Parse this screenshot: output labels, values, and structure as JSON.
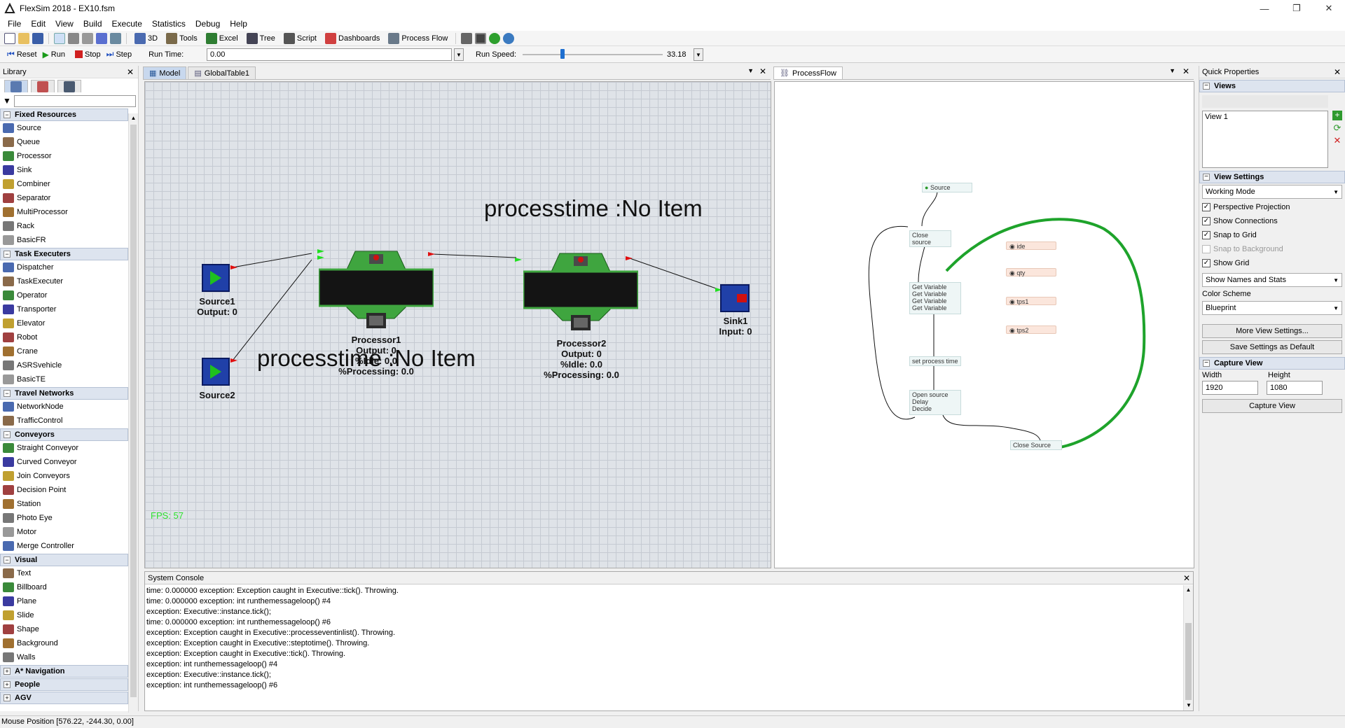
{
  "window": {
    "title": "FlexSim 2018 - EX10.fsm",
    "minimize": "—",
    "restore": "❐",
    "close": "✕"
  },
  "menu": [
    "File",
    "Edit",
    "View",
    "Build",
    "Execute",
    "Statistics",
    "Debug",
    "Help"
  ],
  "toolbar": {
    "view3d": "3D",
    "tools": "Tools",
    "excel": "Excel",
    "tree": "Tree",
    "script": "Script",
    "dashboards": "Dashboards",
    "process_flow": "Process Flow"
  },
  "run": {
    "reset": "Reset",
    "run": "Run",
    "stop": "Stop",
    "step": "Step",
    "run_time_label": "Run Time:",
    "run_time_value": "0.00",
    "run_speed_label": "Run Speed:",
    "run_speed_value": "33.18",
    "run_speed_fraction": 0.27
  },
  "library": {
    "title": "Library",
    "categories": [
      {
        "name": "Fixed Resources",
        "items": [
          "Source",
          "Queue",
          "Processor",
          "Sink",
          "Combiner",
          "Separator",
          "MultiProcessor",
          "Rack",
          "BasicFR"
        ]
      },
      {
        "name": "Task Executers",
        "items": [
          "Dispatcher",
          "TaskExecuter",
          "Operator",
          "Transporter",
          "Elevator",
          "Robot",
          "Crane",
          "ASRSvehicle",
          "BasicTE"
        ]
      },
      {
        "name": "Travel Networks",
        "items": [
          "NetworkNode",
          "TrafficControl"
        ]
      },
      {
        "name": "Conveyors",
        "items": [
          "Straight Conveyor",
          "Curved Conveyor",
          "Join Conveyors",
          "Decision Point",
          "Station",
          "Photo Eye",
          "Motor",
          "Merge Controller"
        ]
      },
      {
        "name": "Visual",
        "items": [
          "Text",
          "Billboard",
          "Plane",
          "Slide",
          "Shape",
          "Background",
          "Walls"
        ]
      }
    ],
    "collapsed": [
      "A* Navigation",
      "People",
      "AGV"
    ]
  },
  "model": {
    "tabs": [
      "Model",
      "GlobalTable1"
    ],
    "text_top": "processtime :No Item",
    "text_mid": "processtime :No Item",
    "fps": "FPS: 57",
    "source1": {
      "name": "Source1",
      "stat": "Output: 0"
    },
    "source2": {
      "name": "Source2"
    },
    "processor1": {
      "name": "Processor1",
      "l1": "Output: 0",
      "l2": "%Idle: 0.0",
      "l3": "%Processing: 0.0"
    },
    "processor2": {
      "name": "Processor2",
      "l1": "Output: 0",
      "l2": "%Idle:  0.0",
      "l3": "%Processing: 0.0"
    },
    "sink1": {
      "name": "Sink1",
      "stat": "Input: 0"
    }
  },
  "processflow": {
    "tab": "ProcessFlow",
    "source": "Source",
    "close_source": "Close source",
    "get_var": [
      "Get Variable",
      "Get Variable",
      "Get Variable",
      "Get Variable"
    ],
    "set_process_time": "set process time",
    "open_block": [
      "Open source",
      "Delay",
      "Decide"
    ],
    "close_source2": "Close Source",
    "vars": [
      "ide",
      "qty",
      "tps1",
      "tps2"
    ]
  },
  "quick": {
    "title": "Quick Properties",
    "views_hdr": "Views",
    "view_item": "View 1",
    "view_settings_hdr": "View Settings",
    "working_mode": "Working Mode",
    "checks": [
      {
        "label": "Perspective Projection",
        "on": true
      },
      {
        "label": "Show Connections",
        "on": true
      },
      {
        "label": "Snap to Grid",
        "on": true
      },
      {
        "label": "Snap to Background",
        "on": false
      },
      {
        "label": "Show Grid",
        "on": true
      }
    ],
    "names_stats": "Show Names and Stats",
    "color_scheme_label": "Color Scheme",
    "color_scheme": "Blueprint",
    "more_settings": "More View Settings...",
    "save_default": "Save Settings as Default",
    "capture_hdr": "Capture View",
    "width_label": "Width",
    "height_label": "Height",
    "width": "1920",
    "height": "1080",
    "capture_btn": "Capture View"
  },
  "console": {
    "title": "System Console",
    "lines": [
      "time: 0.000000 exception: Exception caught in Executive::tick(). Throwing.",
      "time: 0.000000 exception: int runthemessageloop() #4",
      "exception: Executive::instance.tick();",
      "time: 0.000000 exception: int runthemessageloop() #6",
      "exception: Exception caught in Executive::processeventinlist(). Throwing.",
      "exception: Exception caught in Executive::steptotime(). Throwing.",
      "exception: Exception caught in Executive::tick(). Throwing.",
      "exception: int runthemessageloop() #4",
      "exception: Executive::instance.tick();",
      "exception: int runthemessageloop() #6"
    ]
  },
  "status": "Mouse Position [576.22, -244.30, 0.00]",
  "colors": {
    "accent_green": "#22b33a",
    "blueprint_bg": "#dfe3e8",
    "source_blue": "#2040a8"
  }
}
